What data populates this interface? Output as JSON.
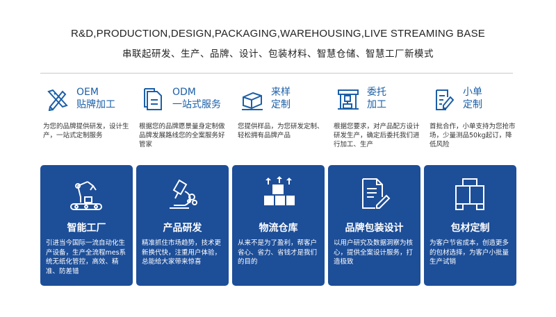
{
  "header": {
    "en": "R&D,PRODUCTION,DESIGN,PACKAGING,WAREHOUSING,LIVE STREAMING BASE",
    "cn": "串联起研发、生产、品牌、设计、包装材料、智慧仓储、智慧工厂新模式"
  },
  "services": [
    {
      "title1": "OEM",
      "title2": "贴牌加工",
      "desc": "为您的品牌提供研发，设计生产，一站式定制服务",
      "icon": "pencil-ruler-icon"
    },
    {
      "title1": "ODM",
      "title2": "一站式服务",
      "desc": "根据您的品牌愿景量身定制做品牌发展路线您的全案服务好管家",
      "icon": "document-icon"
    },
    {
      "title1": "来样",
      "title2": "定制",
      "desc": "您提供样品，为您研发定制、轻松拥有品牌产品",
      "icon": "box-sample-icon"
    },
    {
      "title1": "委托",
      "title2": "加工",
      "desc": "根据您要求，对产品配方设计研发生产，确定后委托我们进行加工、生产",
      "icon": "machine-icon"
    },
    {
      "title1": "小单",
      "title2": "定制",
      "desc": "首批合作，小单支持为您抢市场，少量测品50kg起订，降低风险",
      "icon": "clipboard-edit-icon"
    }
  ],
  "cards": [
    {
      "title": "智能工厂",
      "desc": "引进当今国际一流自动化生产设备，生产全流程mes系统无纸化管控，高效、精准、防差错",
      "icon": "robot-arm-icon"
    },
    {
      "title": "产品研发",
      "desc": "精准抓住市场趋势，技术更新换代快，注重用户体验，总能给大家带来惊喜",
      "icon": "microscope-icon"
    },
    {
      "title": "物流仓库",
      "desc": "从来不是为了盈利，帮客户省心、省力、省钱才是我们的目的",
      "icon": "boxes-icon"
    },
    {
      "title": "品牌包装设计",
      "desc": "以用户研究及数据洞察为核心，提供全案设计服务，打造极致",
      "icon": "document-pen-icon"
    },
    {
      "title": "包材定制",
      "desc": "为客户节省成本，创造更多的包材选择，为客户小批量生产试销",
      "icon": "package-box-icon"
    }
  ],
  "colors": {
    "accent": "#1b5fa8",
    "card_bg": "#1d4e98"
  }
}
